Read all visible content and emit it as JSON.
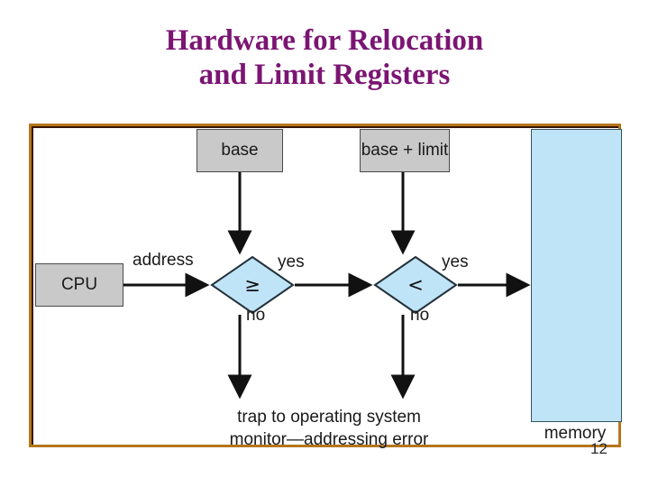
{
  "slide": {
    "title_line1": "Hardware for Relocation",
    "title_line2": "and Limit Registers",
    "title_color": "#7B1573",
    "page_number": "12",
    "background_color": "#FFFFFF"
  },
  "figure": {
    "frame_color": "#B5761C",
    "box_fill": "#C9C9C9",
    "decision_fill": "#BFE3F7",
    "memory_fill": "#BFE3F7",
    "boxes": [
      {
        "id": "base",
        "label": "base"
      },
      {
        "id": "base-limit",
        "label": "base + limit"
      },
      {
        "id": "cpu",
        "label": "CPU"
      }
    ],
    "decisions": [
      {
        "id": "ge",
        "symbol": "≥"
      },
      {
        "id": "lt",
        "symbol": "<"
      }
    ],
    "edge_labels": {
      "address": "address",
      "yes_first": "yes",
      "yes_second": "yes",
      "no_first": "no",
      "no_second": "no"
    },
    "memory": {
      "label": "memory"
    },
    "trap": {
      "line1": "trap to operating system",
      "line2": "monitor—addressing error"
    }
  }
}
